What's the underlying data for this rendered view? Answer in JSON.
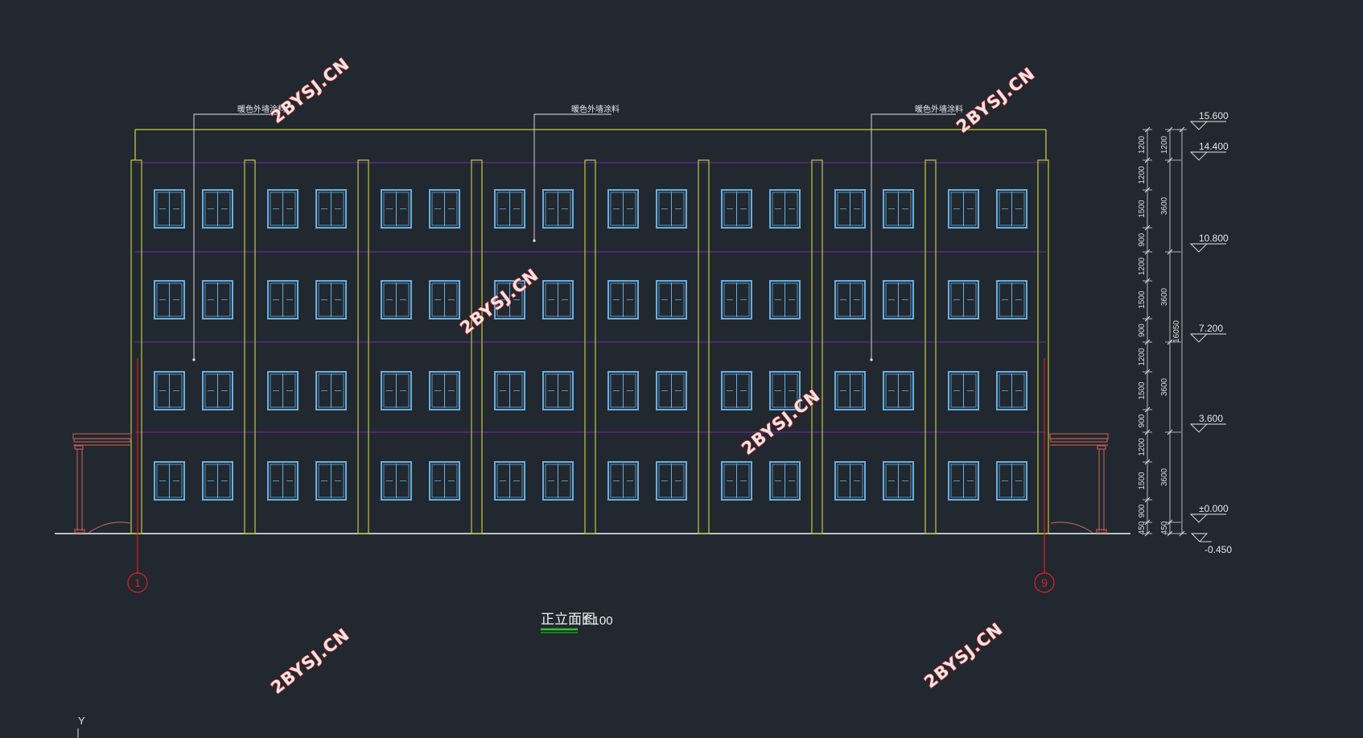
{
  "drawing": {
    "title": "正立面图",
    "scale": "1:100",
    "material_note": "暖色外墙涂料",
    "axis_left": "1",
    "axis_right": "9",
    "ucs_label": "Y",
    "watermark": "2BYSJ.CN",
    "total_height_dim": "16050",
    "elevations": [
      "15.600",
      "14.400",
      "10.800",
      "7.200",
      "3.600",
      "±0.000",
      "-0.450"
    ],
    "segment_dims": [
      "1200",
      "1200",
      "1500",
      "900",
      "1200",
      "1500",
      "900",
      "1200",
      "1500",
      "900",
      "1200",
      "1500",
      "900",
      "450"
    ],
    "floor_dims": [
      "1200",
      "3600",
      "3600",
      "3600",
      "3600",
      "450"
    ]
  },
  "colors": {
    "background": "#212830",
    "outline": "#c8c83c",
    "window": "#6aaee0",
    "floor_line": "#3a2a5a",
    "axis": "#e02020",
    "canopy": "#b85a50",
    "title_underline": "#28c828"
  }
}
